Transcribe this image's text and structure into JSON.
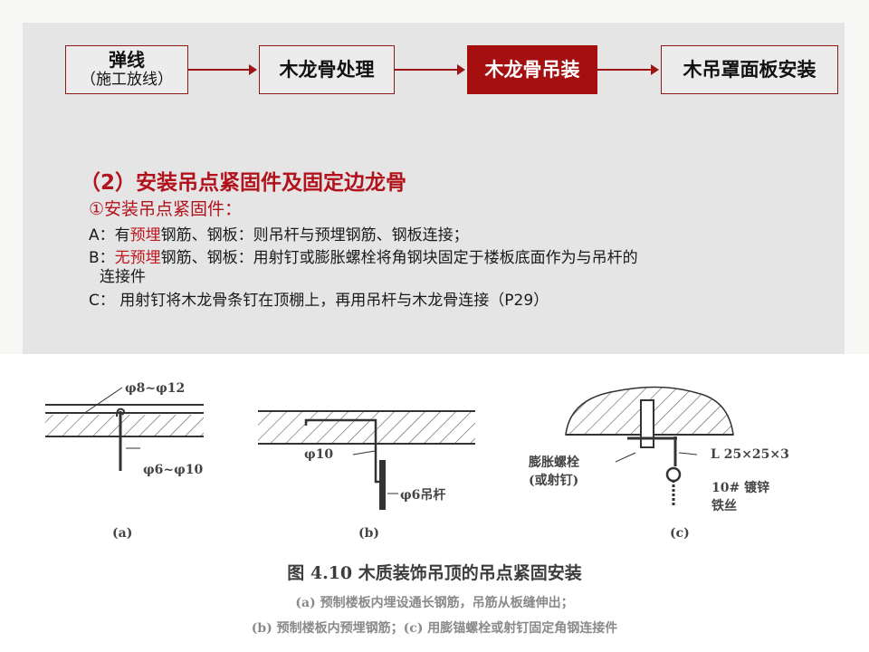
{
  "flow": {
    "steps": [
      {
        "label": "弹线",
        "sub": "（施工放线）",
        "active": false
      },
      {
        "label": "木龙骨处理",
        "active": false
      },
      {
        "label": "木龙骨吊装",
        "active": true
      },
      {
        "label": "木吊罩面板安装",
        "active": false
      }
    ],
    "accent_color": "#a50f10"
  },
  "section": {
    "heading": "（2）安装吊点紧固件及固定边龙骨",
    "subheading": "①安装吊点紧固件：",
    "items": [
      {
        "prefix": "A：有",
        "highlight": "预埋",
        "text": "钢筋、钢板：则吊杆与预埋钢筋、钢板连接；"
      },
      {
        "prefix": "B：",
        "highlight": "无预埋",
        "text": "钢筋、钢板：用射钉或膨胀螺栓将角钢块固定于楼板底面作为与吊杆的",
        "continuation": "连接件"
      },
      {
        "prefix": "C：",
        "highlight": "",
        "text": "  用射钉将木龙骨条钉在顶棚上，再用吊杆与木龙骨连接（P29）"
      }
    ]
  },
  "figure": {
    "a": {
      "label": "(a)",
      "top_callout": "φ8~φ12",
      "bottom_callout": "φ6~φ10"
    },
    "b": {
      "label": "(b)",
      "bar_callout": "φ10",
      "rod_callout": "φ6吊杆"
    },
    "c": {
      "label": "(c)",
      "bolt_callout_1": "膨胀螺栓",
      "bolt_callout_2": "(或射钉)",
      "angle_callout": "L 25×25×3",
      "wire_callout_1": "10# 镀锌",
      "wire_callout_2": "铁丝"
    },
    "caption_title": "图 4.10    木质装饰吊顶的吊点紧固安装",
    "caption_line1": "(a) 预制楼板内埋设通长钢筋，吊筋从板缝伸出；",
    "caption_line2": "(b) 预制楼板内预埋钢筋；(c) 用膨锚螺栓或射钉固定角钢连接件"
  }
}
